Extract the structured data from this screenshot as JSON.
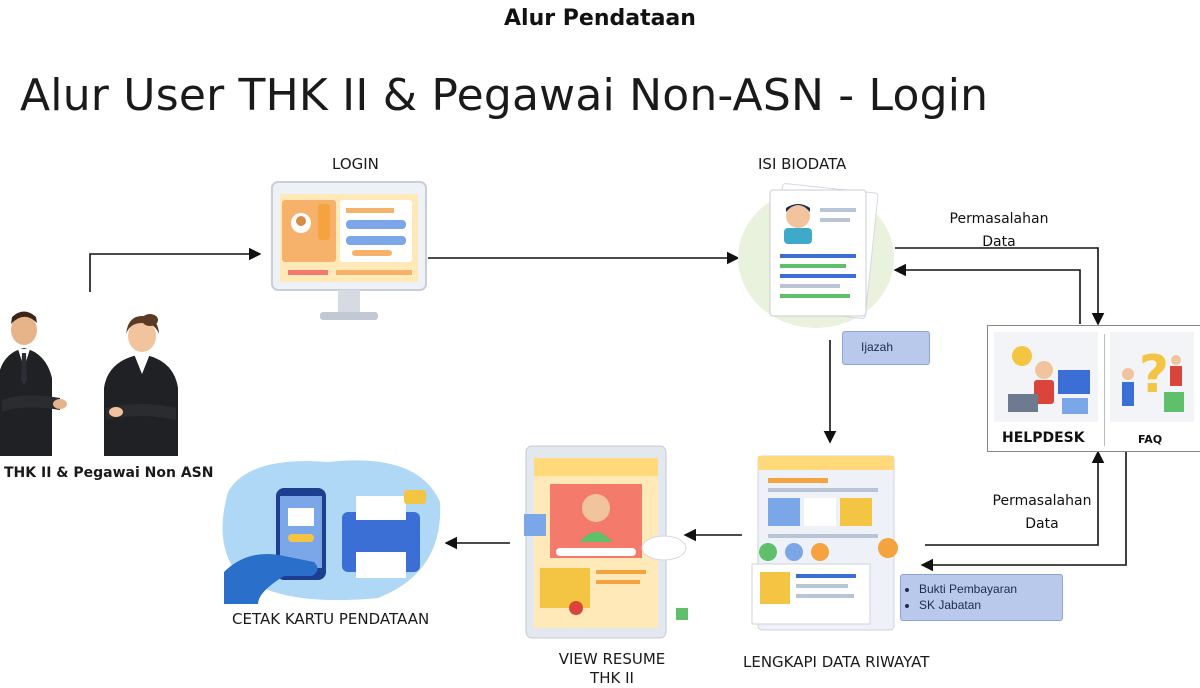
{
  "header": {
    "title": "Alur Pendataan"
  },
  "slide": {
    "title": "Alur User THK II & Pegawai Non-ASN - Login"
  },
  "nodes": {
    "user": {
      "label": "THK II & Pegawai Non ASN"
    },
    "login": {
      "label": "LOGIN"
    },
    "isi_biodata": {
      "label": "ISI BIODATA"
    },
    "lengkapi": {
      "label": "LENGKAPI DATA RIWAYAT"
    },
    "view_resume": {
      "label": "VIEW RESUME THK II"
    },
    "cetak": {
      "label": "CETAK KARTU PENDATAAN"
    },
    "helpdesk": {
      "label": "HELPDESK"
    },
    "faq": {
      "label": "FAQ"
    }
  },
  "notes": {
    "ijazah": [
      "Ijazah"
    ],
    "riwayat": [
      "Bukti Pembayaran",
      "SK Jabatan"
    ]
  },
  "edge_labels": {
    "permasalahan_top": [
      "Permasalahan",
      "Data"
    ],
    "permasalahan_bottom": [
      "Permasalahan",
      "Data"
    ]
  },
  "colors": {
    "accent_blue": "#3b6fd6",
    "note_fill": "#b9c9ec",
    "arrow": "#111111"
  }
}
